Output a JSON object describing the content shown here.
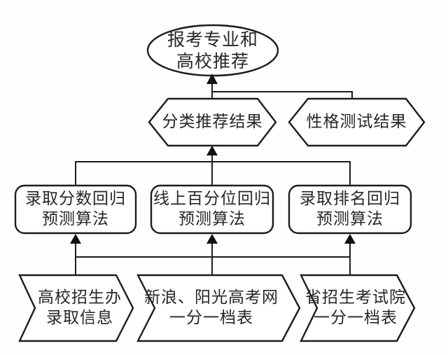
{
  "diagram": {
    "type": "flowchart",
    "background_color": "#fefefe",
    "stroke_color": "#1c1c1c",
    "text_color": "#262626",
    "nodes": {
      "output": {
        "shape": "ellipse",
        "label_line1": "报考专业和",
        "label_line2": "高校推荐"
      },
      "classification_result": {
        "shape": "hexagon",
        "label": "分类推荐结果"
      },
      "personality_result": {
        "shape": "hexagon",
        "label": "性格测试结果"
      },
      "score_regression": {
        "shape": "rounded-rect",
        "label_line1": "录取分数回归",
        "label_line2": "预测算法"
      },
      "percentile_regression": {
        "shape": "rounded-rect",
        "label_line1": "线上百分位回归",
        "label_line2": "预测算法"
      },
      "rank_regression": {
        "shape": "rounded-rect",
        "label_line1": "录取排名回归",
        "label_line2": "预测算法"
      },
      "admissions_office_info": {
        "shape": "chevron",
        "label_line1": "高校招生办",
        "label_line2": "录取信息"
      },
      "gaokao_web_table": {
        "shape": "chevron",
        "label_line1": "新浪、阳光高考网",
        "label_line2": "一分一档表"
      },
      "provincial_institute_table": {
        "shape": "chevron",
        "label_line1": "省招生考试院",
        "label_line2": "一分一档表"
      }
    },
    "edges": [
      {
        "from": "classification_result",
        "to": "output",
        "arrow": true
      },
      {
        "from": "personality_result",
        "to": "output",
        "arrow": true
      },
      {
        "from": "score_regression",
        "to": "classification_result",
        "arrow": true
      },
      {
        "from": "percentile_regression",
        "to": "classification_result",
        "arrow": true
      },
      {
        "from": "rank_regression",
        "to": "classification_result",
        "arrow": true
      },
      {
        "from": "admissions_office_info",
        "to": "score_regression",
        "arrow": true
      },
      {
        "from": "gaokao_web_table",
        "to": "percentile_regression",
        "arrow": true
      },
      {
        "from": "provincial_institute_table",
        "to": "rank_regression",
        "arrow": true
      }
    ]
  }
}
